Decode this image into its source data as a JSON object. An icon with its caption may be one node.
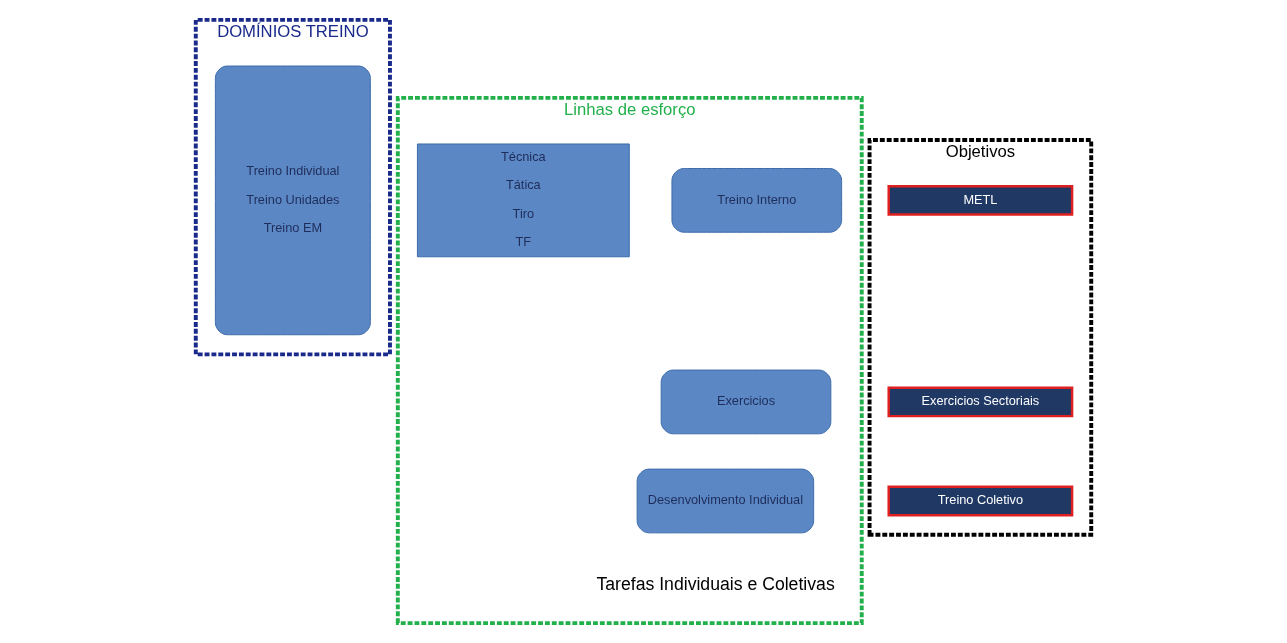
{
  "diagram": {
    "nodes": [
      {
        "text": [
          "DOMÍNIOS TREINO"
        ]
      },
      {
        "text": [
          "Treino Individual",
          "Treino Unidades",
          "Treino EM"
        ],
        "in": 0
      },
      {
        "text": [
          "Linhas de esforço",
          "Tarefas Individuais e Coletivas"
        ]
      },
      {
        "text": [
          "Treino Interno"
        ],
        "in": 2
      },
      {
        "text": [
          "Exercicios"
        ],
        "in": 2
      },
      {
        "text": [
          "Desenvolvimento Individual"
        ],
        "in": 2
      },
      {
        "text": [
          "Técnica",
          "Tática",
          "Tiro",
          "TF"
        ],
        "in": 2
      },
      {
        "text": [
          "Objetivos"
        ]
      },
      {
        "text": [
          "METL"
        ],
        "in": 7
      },
      {
        "text": [
          "Exercicios Sectoriais"
        ],
        "in": 7
      },
      {
        "text": [
          "Treino Coletivo"
        ],
        "in": 7
      }
    ],
    "edges": []
  }
}
